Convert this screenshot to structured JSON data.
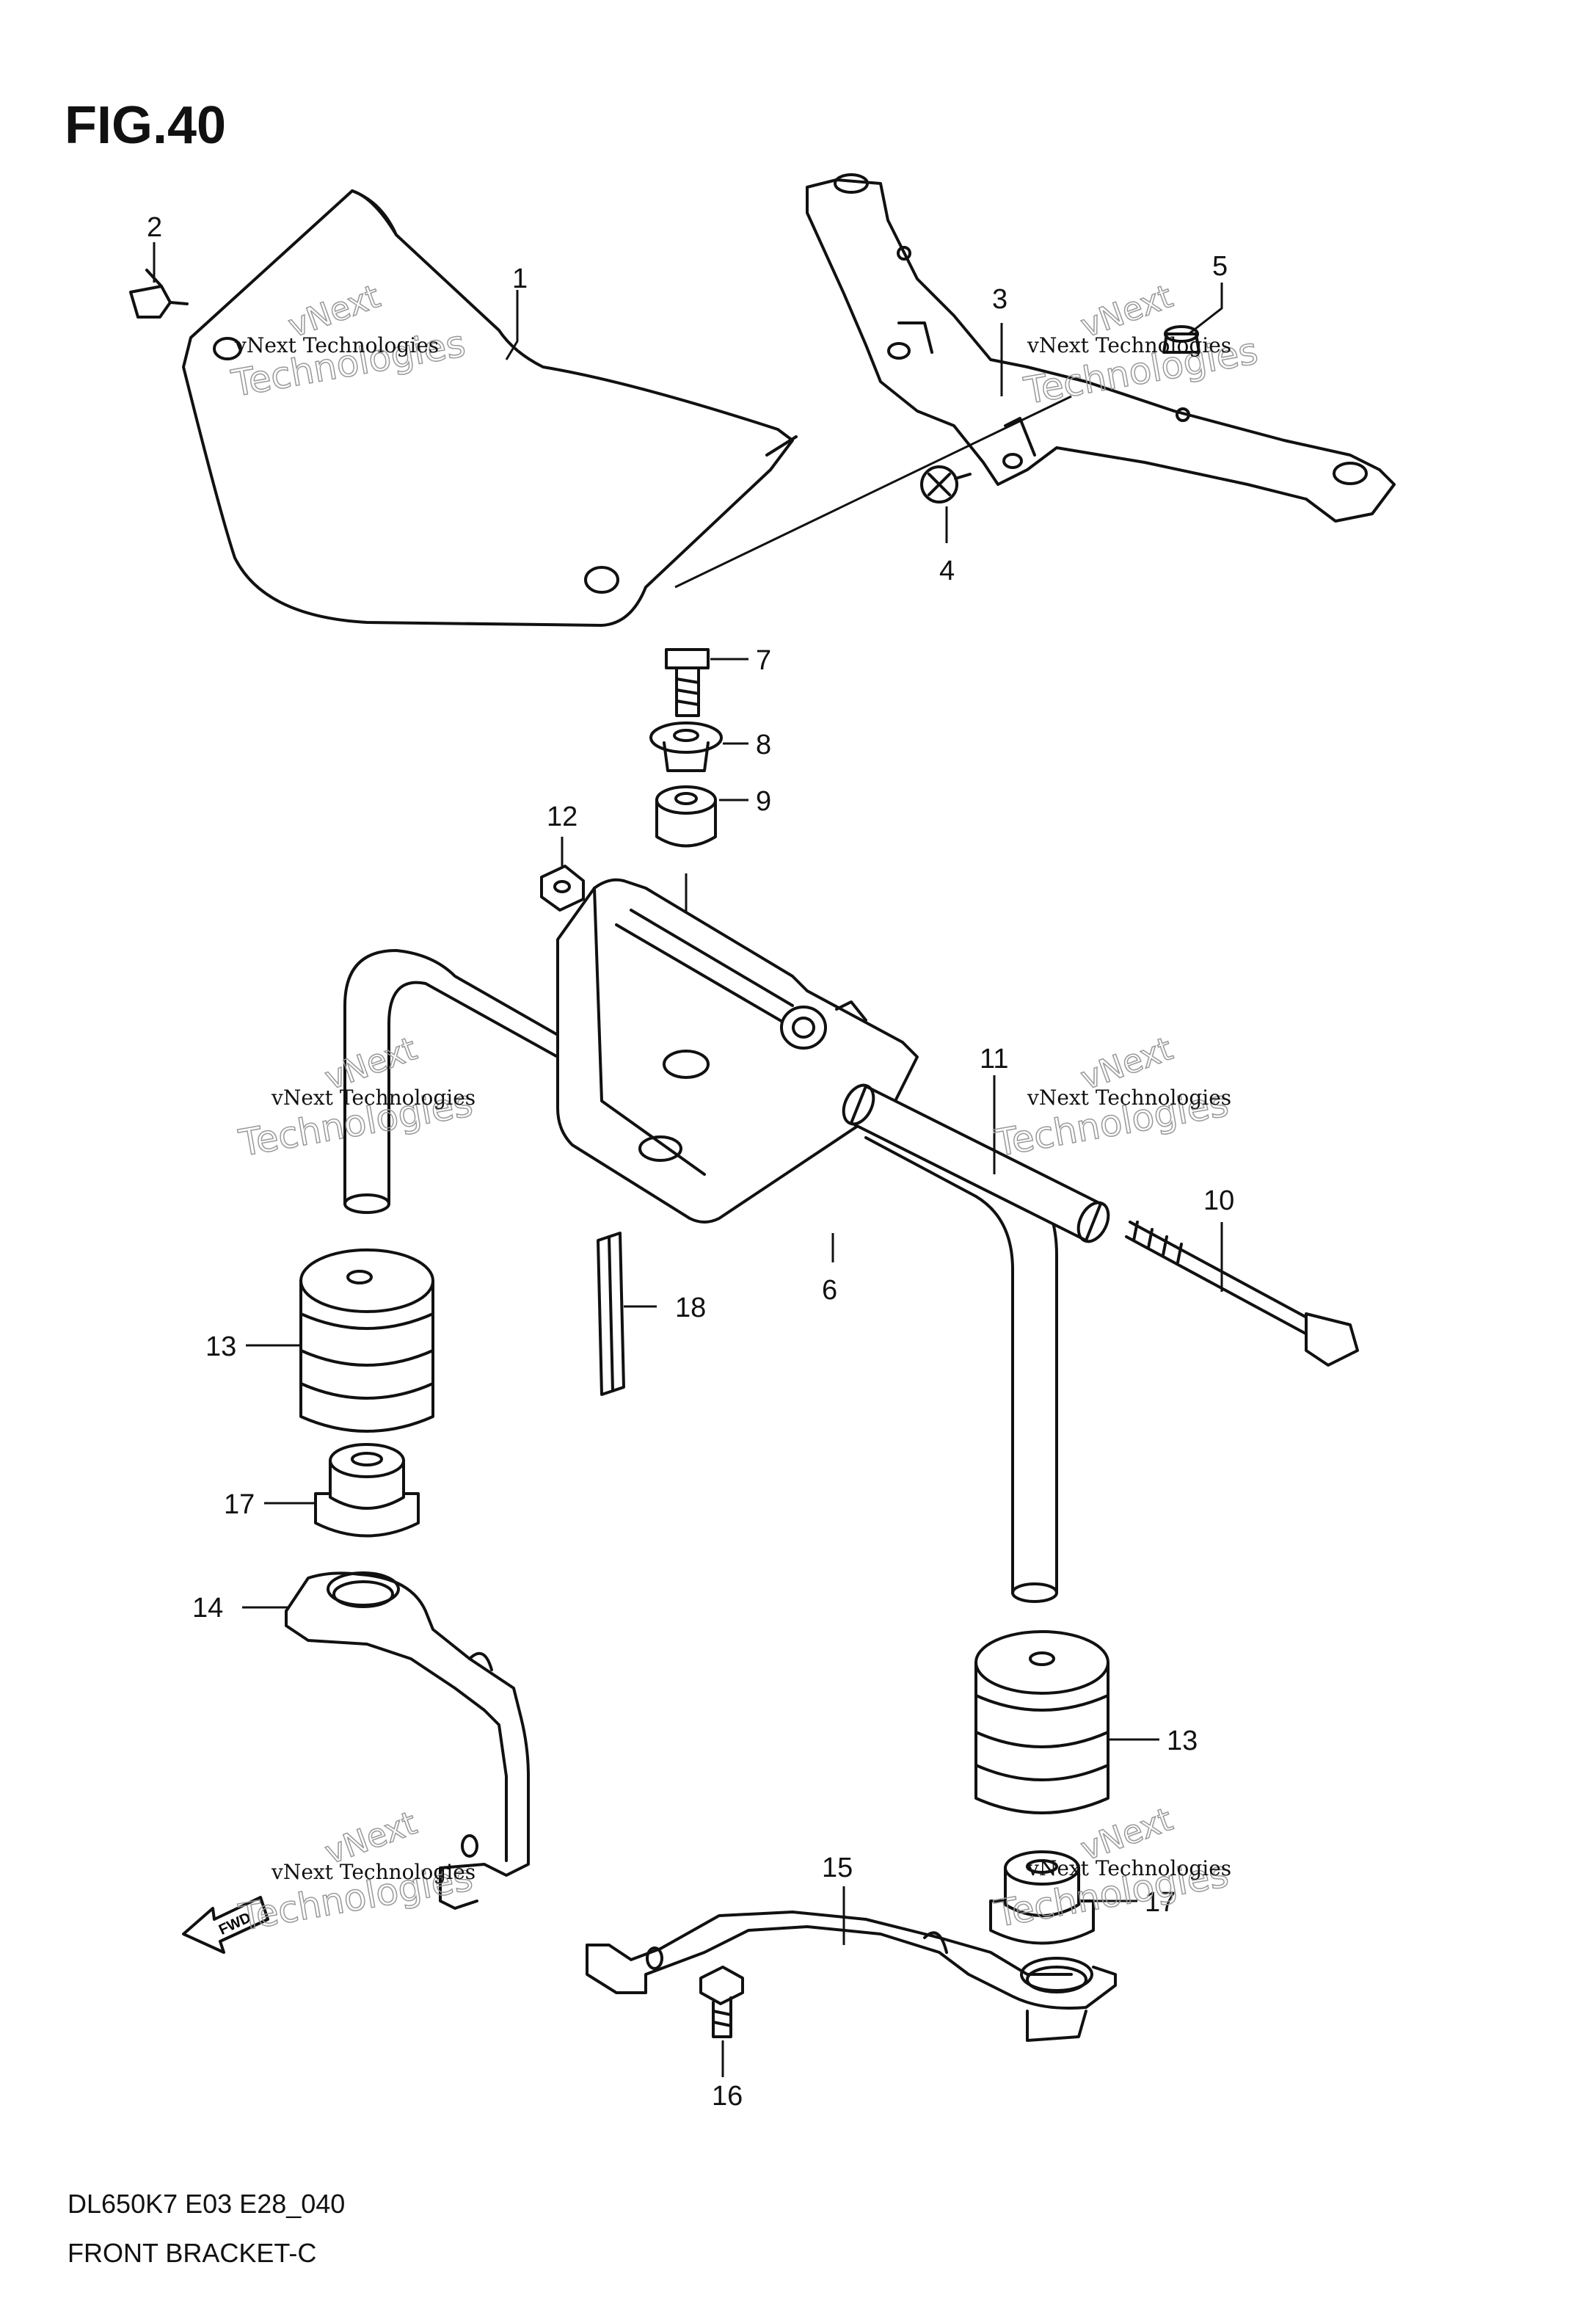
{
  "figure": {
    "title": "FIG.40"
  },
  "footer": {
    "model_code": "DL650K7 E03 E28_040",
    "caption": "FRONT BRACKET-C"
  },
  "callouts": [
    "1",
    "2",
    "3",
    "4",
    "5",
    "6",
    "7",
    "8",
    "9",
    "10",
    "11",
    "12",
    "13",
    "13",
    "14",
    "15",
    "16",
    "17",
    "17",
    "18"
  ],
  "watermark": {
    "small": "vNext Technologies",
    "big_top": "vNext",
    "big_bottom": "Technologies"
  },
  "fwd_arrow": {
    "label": "FWD"
  }
}
